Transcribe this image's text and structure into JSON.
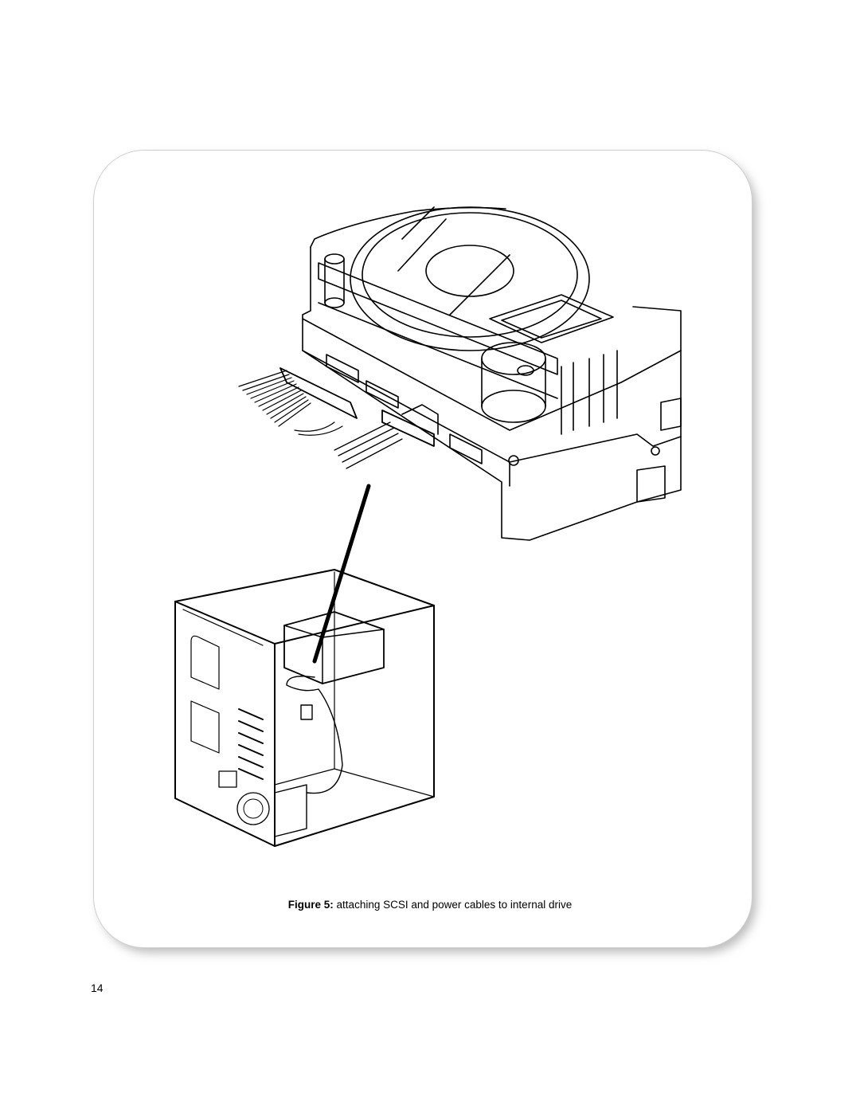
{
  "figure": {
    "caption_prefix": "Figure 5:",
    "caption_text": " attaching SCSI and power cables to internal drive",
    "illustration_subject": "drive-and-computer-illustration"
  },
  "page": {
    "number": "14"
  }
}
